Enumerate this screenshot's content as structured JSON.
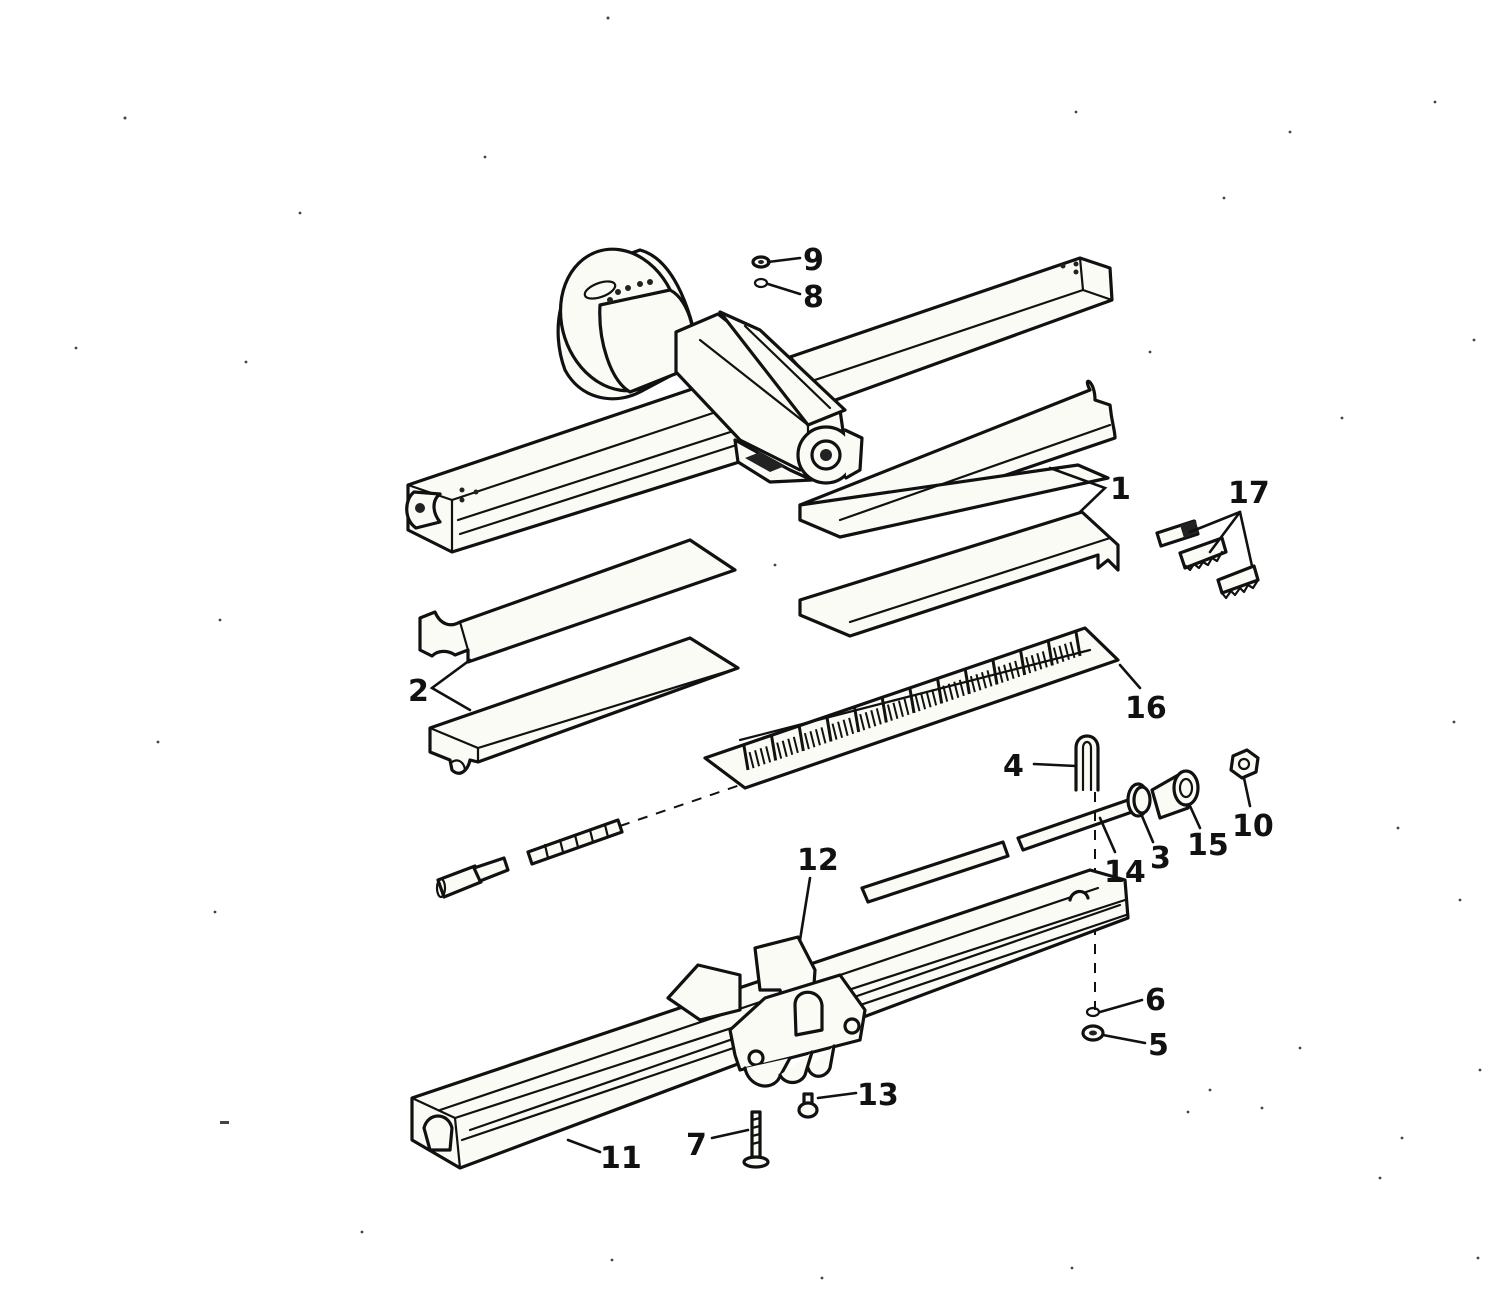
{
  "callouts": {
    "c1": "1",
    "c2": "2",
    "c3": "3",
    "c4": "4",
    "c5": "5",
    "c6": "6",
    "c7": "7",
    "c8": "8",
    "c9": "9",
    "c10": "10",
    "c11": "11",
    "c12": "12",
    "c13": "13",
    "c14": "14",
    "c15": "15",
    "c16": "16",
    "c17": "17"
  },
  "colors": {
    "line": "#111111",
    "paper": "#ffffff"
  }
}
